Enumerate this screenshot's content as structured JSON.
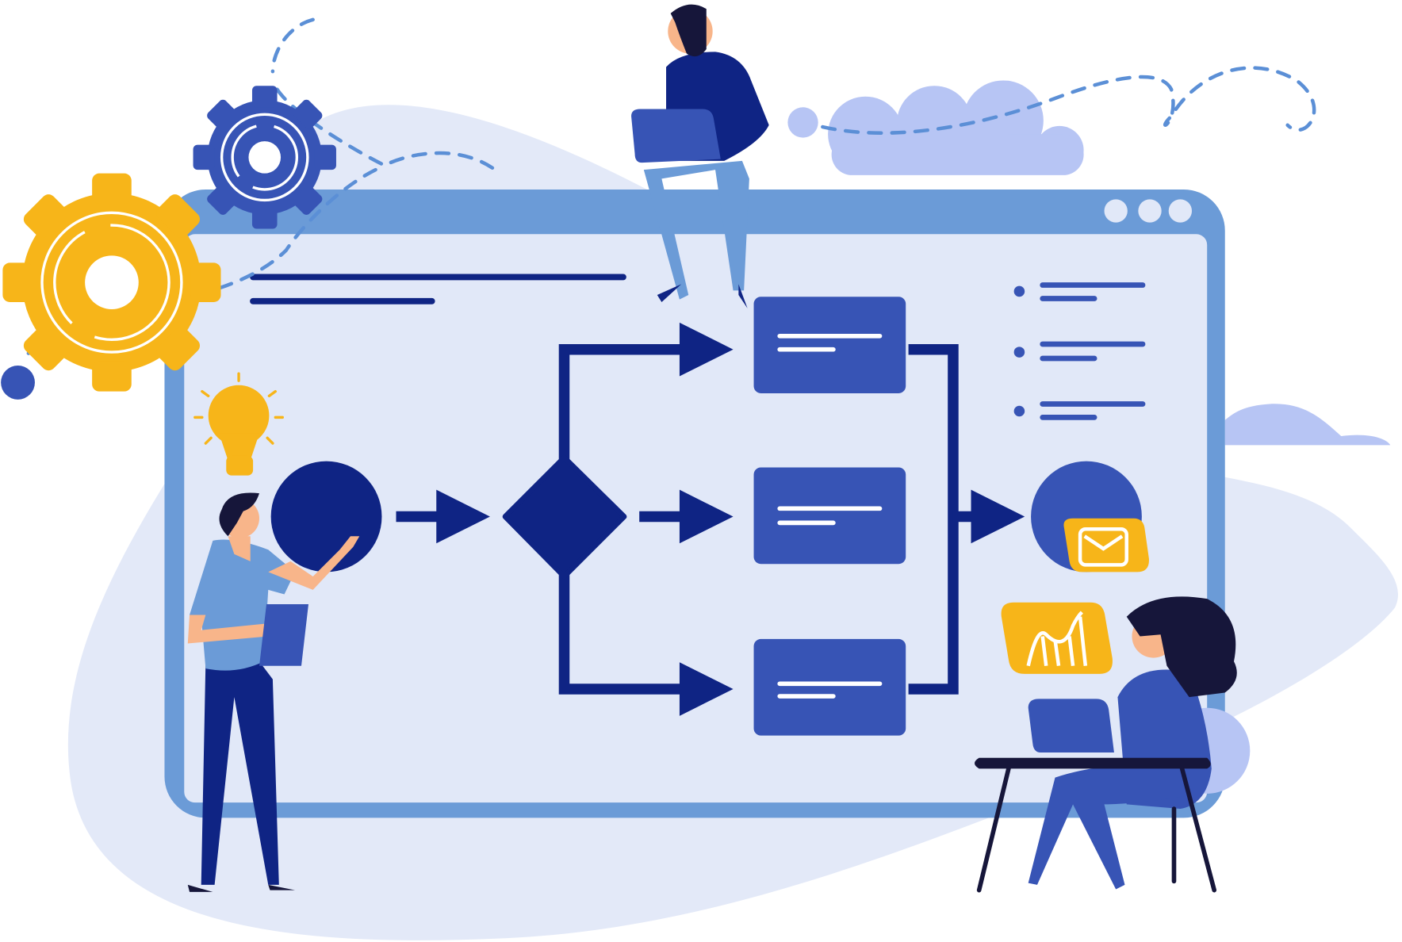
{
  "illustration": {
    "subject": "workflow",
    "colors": {
      "frame": "#6b9bd7",
      "canvas": "#e1e8f8",
      "navy": "#0f2484",
      "box": "#3754b5",
      "yellow": "#f7b519",
      "cloud": "#b7c5f4",
      "blob": "#e3e9f8",
      "skin": "#f8b58a",
      "dark": "#16163a"
    },
    "window_controls": 3,
    "process_boxes": 3,
    "list_items": 3
  }
}
